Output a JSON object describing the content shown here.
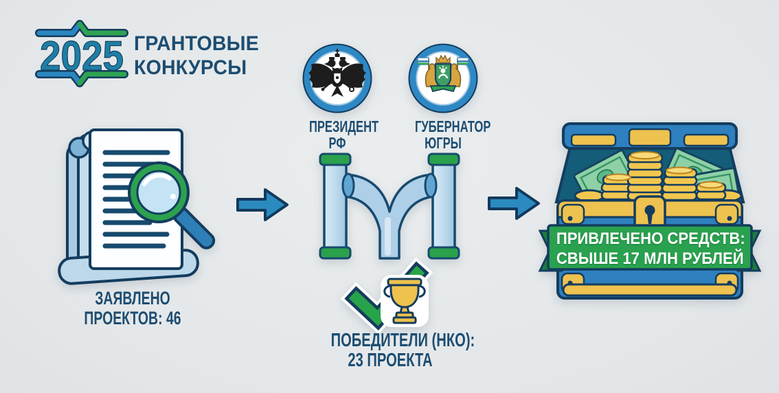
{
  "logo": {
    "year": "2025"
  },
  "header": {
    "line1": "ГРАНТОВЫЕ",
    "line2": "КОНКУРСЫ"
  },
  "submitted": {
    "line1": "ЗАЯВЛЕНО",
    "line2": "ПРОЕКТОВ: 46",
    "count": 46
  },
  "funders": {
    "president": {
      "line1": "ПРЕЗИДЕНТ",
      "line2": "РФ"
    },
    "governor": {
      "line1": "ГУБЕРНАТОР",
      "line2": "ЮГРЫ"
    }
  },
  "winners": {
    "line1": "ПОБЕДИТЕЛИ (НКО):",
    "line2": "23 ПРОЕКТА",
    "count": 23
  },
  "funds": {
    "line1": "ПРИВЛЕЧЕНО СРЕДСТВ:",
    "line2": "СВЫШЕ 17 МЛН РУБЛЕЙ",
    "amount_mln": 17
  },
  "icons": {
    "submitted": "document-magnifier-icon",
    "president": "russia-coat-of-arms-icon",
    "governor": "yugra-coat-of-arms-icon",
    "flow": "arrow-right-icon",
    "winners": "checkmark-trophy-icon",
    "funds": "treasure-chest-icon"
  },
  "colors": {
    "background": "#e6e9ea",
    "outline_navy": "#143c5e",
    "text_navy": "#1d4d71",
    "arrow_blue": "#2b8abf",
    "year_teal": "#1f7ea6",
    "green": "#2aa14f",
    "dark_green": "#1d7c3b",
    "gold": "#eec24f",
    "light_blue": "#b9d5e8",
    "chest_blue": "#2e80be",
    "banner_text": "#ffffff"
  }
}
